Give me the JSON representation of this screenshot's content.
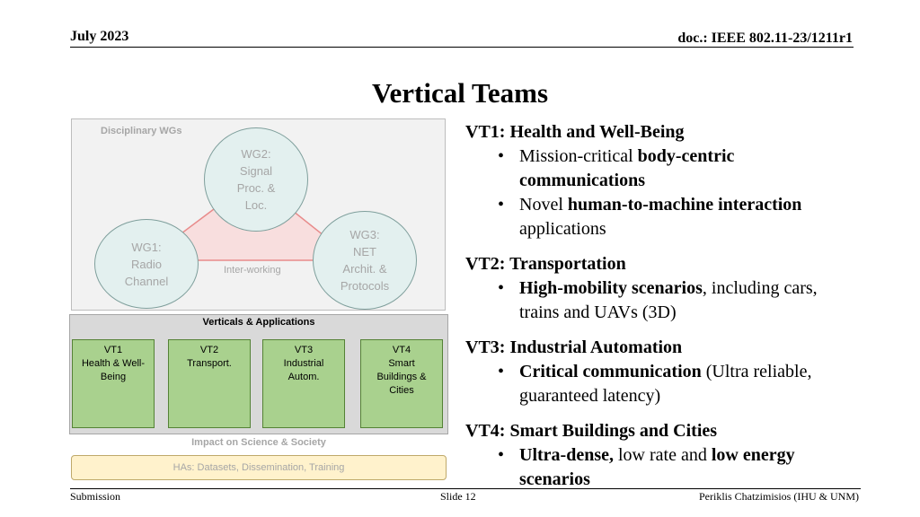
{
  "header": {
    "date": "July 2023",
    "doc": "doc.: IEEE 802.11-23/1211r1"
  },
  "title": "Vertical Teams",
  "diagram": {
    "disciplinary_label": "Disciplinary WGs",
    "wg2": "WG2:\nSignal\nProc. &\nLoc.",
    "wg1": "WG1:\nRadio\nChannel",
    "wg3": "WG3:\nNET\nArchit. &\nProtocols",
    "interworking": "Inter-working",
    "verticals_label": "Verticals & Applications",
    "vt1": "VT1\nHealth & Well-\nBeing",
    "vt2": "VT2\nTransport.",
    "vt3": "VT3\nIndustrial\nAutom.",
    "vt4": "VT4\nSmart\nBuildings &\nCities",
    "impact_label": "Impact on Science & Society",
    "has_label": "HAs: Datasets, Dissemination, Training",
    "colors": {
      "wg_fill": "#e3f0ef",
      "vt_fill": "#a9d18e",
      "triangle": "#f4c7c7",
      "has_fill": "#fff2cc"
    }
  },
  "content": {
    "vt1": {
      "heading": "VT1: Health and Well-Being",
      "b1_pre": "Mission-critical ",
      "b1_bold": "body-centric communications",
      "b2_pre": "Novel ",
      "b2_bold": "human-to-machine interaction",
      "b2_post": " applications"
    },
    "vt2": {
      "heading": "VT2: Transportation",
      "b1_bold": "High-mobility scenarios",
      "b1_post": ", including cars, trains and UAVs (3D)"
    },
    "vt3": {
      "heading": "VT3: Industrial Automation",
      "b1_bold": "Critical communication",
      "b1_post": " (Ultra reliable, guaranteed latency)"
    },
    "vt4": {
      "heading": "VT4: Smart Buildings and Cities",
      "b1_bold": "Ultra-dense,",
      "b1_mid": " low rate and ",
      "b1_bold2": "low energy scenarios"
    },
    "bullet_char": "•"
  },
  "footer": {
    "left": "Submission",
    "middle": "Slide 12",
    "right": "Periklis Chatzimisios (IHU & UNM)"
  }
}
